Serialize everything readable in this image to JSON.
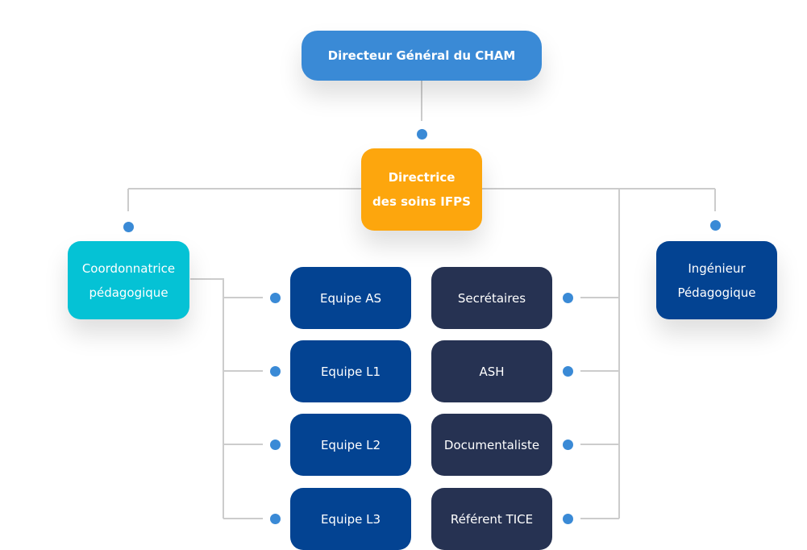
{
  "colors": {
    "director": "#3a8ad6",
    "directrice": "#fda60d",
    "coordinatrice": "#05c2d5",
    "ingenieur": "#034392",
    "teams": "#034392",
    "staff": "#263252",
    "connector_line": "#cccccc",
    "dot": "#3a8ad6"
  },
  "nodes": {
    "director": {
      "label": "Directeur Général du CHAM"
    },
    "directrice": {
      "line1": "Directrice",
      "line2": "des soins IFPS"
    },
    "coordinatrice": {
      "line1": "Coordonnatrice",
      "line2": "pédagogique"
    },
    "ingenieur": {
      "line1": "Ingénieur",
      "line2": "Pédagogique"
    },
    "teams": [
      {
        "label": "Equipe AS"
      },
      {
        "label": "Equipe L1"
      },
      {
        "label": "Equipe L2"
      },
      {
        "label": "Equipe L3"
      }
    ],
    "staff": [
      {
        "label": "Secrétaires"
      },
      {
        "label": "ASH"
      },
      {
        "label": "Documentaliste"
      },
      {
        "label": "Référent TICE"
      }
    ]
  }
}
